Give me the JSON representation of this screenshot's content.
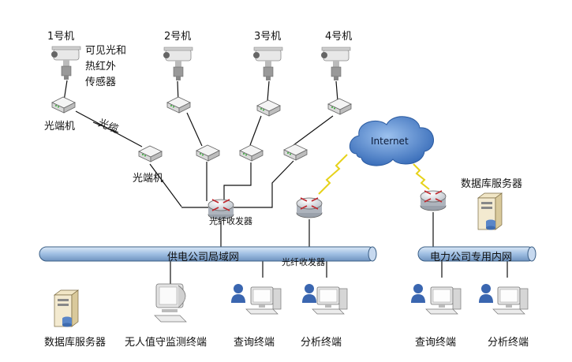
{
  "cameras": [
    {
      "label": "1号机",
      "sublabel": [
        "可见光和",
        "热红外",
        "传感器"
      ]
    },
    {
      "label": "2号机"
    },
    {
      "label": "3号机"
    },
    {
      "label": "4号机"
    }
  ],
  "labels": {
    "optical_terminal_1": "光端机",
    "cable": "光缆",
    "optical_terminal_2": "光端机",
    "fiber_transceiver_1": "光纤收发器",
    "fiber_transceiver_2": "光纤收发器",
    "internet": "Internet",
    "db_server_top": "数据库服务器"
  },
  "buses": {
    "lan": "供电公司局域网",
    "private": "电力公司专用内网"
  },
  "terminals": [
    {
      "label": "数据库服务器"
    },
    {
      "label": "无人值守监测终端"
    },
    {
      "label": "查询终端"
    },
    {
      "label": "分析终端"
    },
    {
      "label": "查询终端"
    },
    {
      "label": "分析终端"
    }
  ],
  "colors": {
    "bus_fill": "#a9c6e8",
    "bus_stroke": "#3b5f86",
    "cloud": "#3c78c4",
    "lightning": "#e6d21a",
    "router": "#d9dde2",
    "router_arrow": "#c0262c",
    "person": "#3a66b0"
  }
}
